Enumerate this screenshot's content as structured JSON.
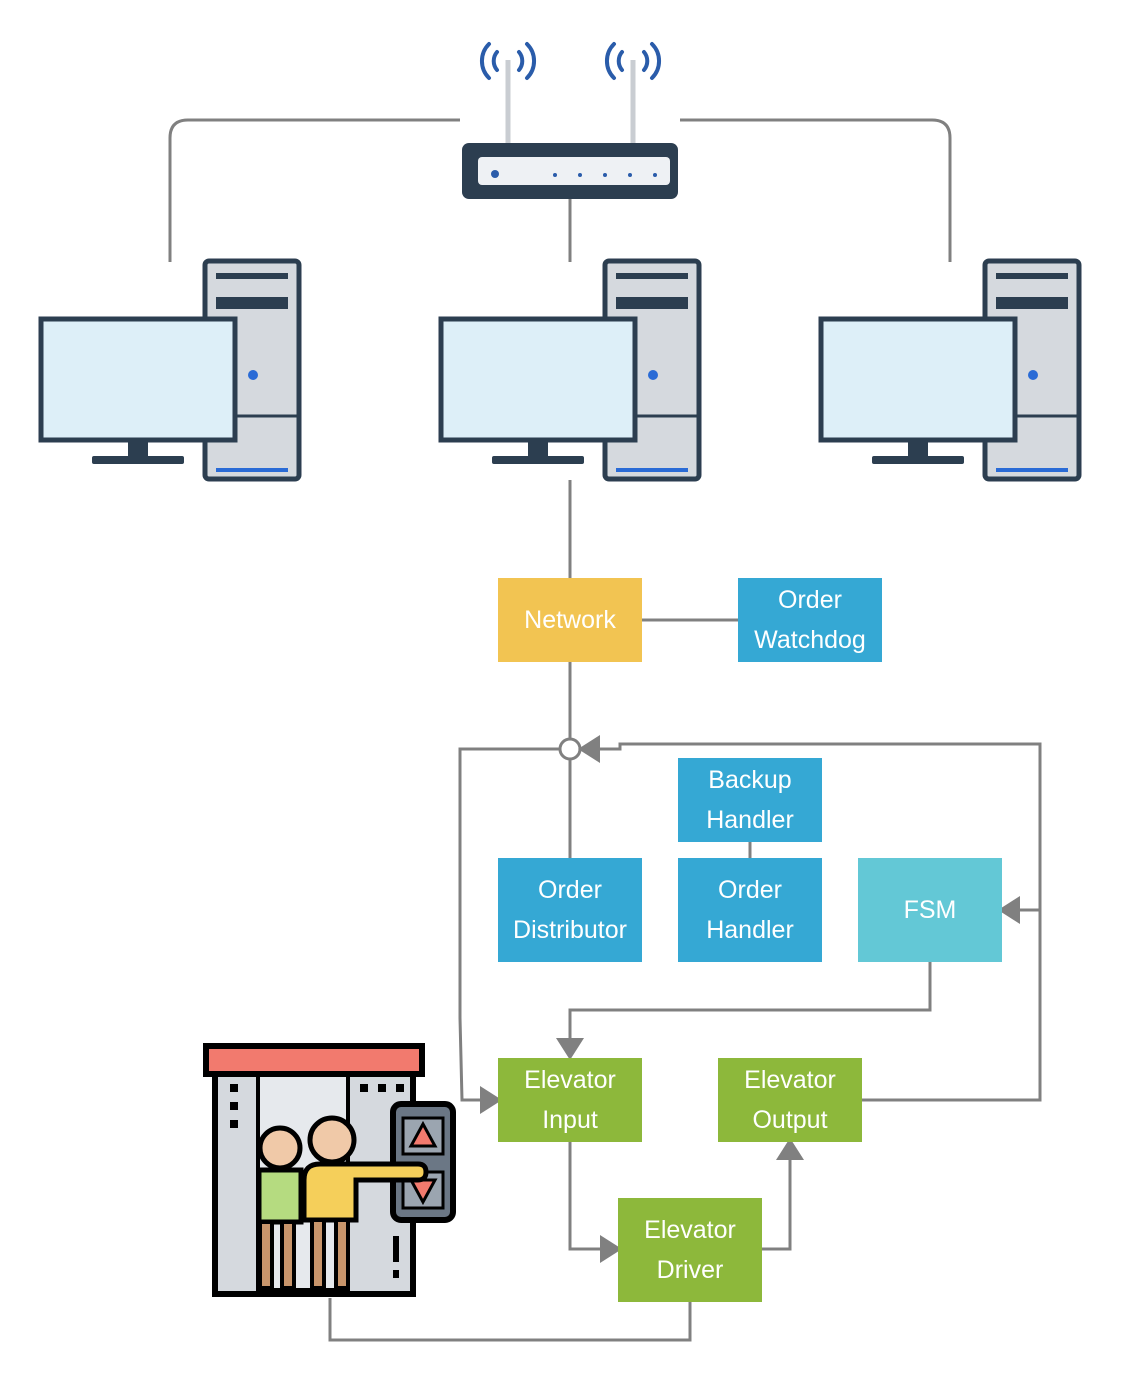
{
  "colors": {
    "connector": "#808080",
    "network": "#F2C452",
    "blue": "#35A8D4",
    "fsm": "#63C8D6",
    "green": "#8DB83B",
    "screen": "#DDEFF8",
    "frame": "#2C3E50",
    "wifi": "#2A5CAA",
    "tower": "#D5D9DE"
  },
  "icons": {
    "router": "wifi-router-icon",
    "computers": [
      "desktop-computer-icon-left",
      "desktop-computer-icon-center",
      "desktop-computer-icon-right"
    ],
    "elevator": "elevator-with-people-icon"
  },
  "nodes": {
    "network": "Network",
    "order_watchdog": "Order\nWatchdog",
    "backup_handler": "Backup\nHandler",
    "order_distributor": "Order\nDistributor",
    "order_handler": "Order\nHandler",
    "fsm": "FSM",
    "elevator_input": "Elevator\nInput",
    "elevator_output": "Elevator\nOutput",
    "elevator_driver": "Elevator\nDriver"
  },
  "edges": [
    {
      "from": "computer-center",
      "to": "network"
    },
    {
      "from": "network",
      "to": "order_watchdog"
    },
    {
      "from": "network",
      "to": "order_distributor"
    },
    {
      "from": "backup_handler",
      "to": "order_handler"
    },
    {
      "from": "fsm",
      "to": "elevator_input",
      "arrow": true
    },
    {
      "from": "elevator_output",
      "to": "fsm",
      "arrow": true
    },
    {
      "from": "elevator_output",
      "to": "bus-junction",
      "arrow": true
    },
    {
      "from": "bus-junction",
      "to": "elevator_input",
      "arrow": true
    },
    {
      "from": "elevator_input",
      "to": "elevator_driver",
      "arrow": true
    },
    {
      "from": "elevator_driver",
      "to": "elevator_output",
      "arrow": true
    },
    {
      "from": "elevator_driver",
      "to": "elevator"
    }
  ]
}
